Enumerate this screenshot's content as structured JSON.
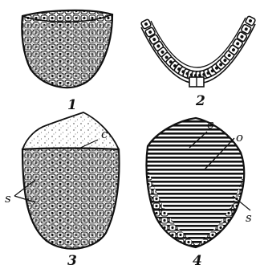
{
  "figures": [
    {
      "number": "1"
    },
    {
      "number": "2"
    },
    {
      "number": "3",
      "labels": {
        "c": "c",
        "s": "s"
      }
    },
    {
      "number": "4",
      "labels": {
        "c": "c",
        "o": "o",
        "s": "s"
      }
    }
  ]
}
